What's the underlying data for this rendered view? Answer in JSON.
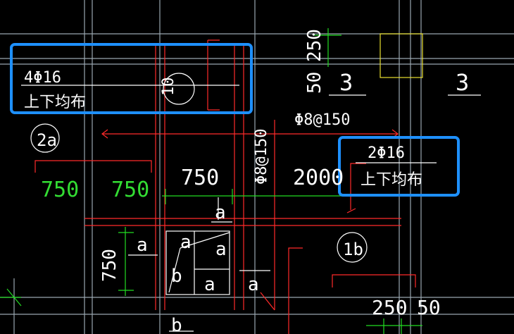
{
  "colors": {
    "background": "#000000",
    "text": "#ffffff",
    "rebar": "#ff2a2a",
    "dimension": "#22dd22",
    "axis": "#9aa7b0",
    "highlight": "#1e90ff",
    "wall": "#e8e030"
  },
  "labels": {
    "main_rebar_left": "4Φ16",
    "main_rebar_left_note": "上下均布",
    "main_rebar_right": "2Φ16",
    "main_rebar_right_note": "上下均布",
    "stirrup_h": "Φ8@150",
    "stirrup_v": "Φ8@150",
    "tag_2a": "2a",
    "tag_1b": "1b",
    "tag_10": "10",
    "mark_3_left": "3",
    "mark_3_right": "3"
  },
  "dimensions": {
    "d250_top": "250",
    "d50_left": "50",
    "d750_green_1": "750",
    "d750_green_2": "750",
    "d750_white": "750",
    "d2000": "2000",
    "d750_vertical": "750",
    "d250_bottom": "250",
    "d50_bottom": "50"
  },
  "section_marks": {
    "a1": "a",
    "a2": "a",
    "a3": "a",
    "a4": "a",
    "a5": "a",
    "a6": "a",
    "b1": "b",
    "b2": "b"
  }
}
